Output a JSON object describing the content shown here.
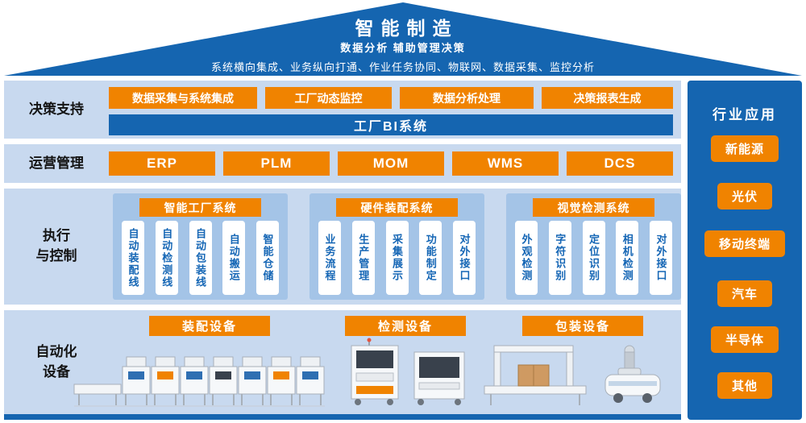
{
  "roof": {
    "title": "智能制造",
    "subtitle": "数据分析  辅助管理决策",
    "features": "系统横向集成、业务纵向打通、作业任务协同、物联网、数据采集、监控分析"
  },
  "decision": {
    "label": "决策支持",
    "boxes": [
      "数据采集与系统集成",
      "工厂动态监控",
      "数据分析处理",
      "决策报表生成"
    ],
    "bi_bar": "工厂BI系统"
  },
  "operation": {
    "label": "运营管理",
    "boxes": [
      "ERP",
      "PLM",
      "MOM",
      "WMS",
      "DCS"
    ]
  },
  "execution": {
    "label_line1": "执行",
    "label_line2": "与控制",
    "panels": [
      {
        "title": "智能工厂系统",
        "items": [
          "自动装配线",
          "自动检测线",
          "自动包装线",
          "自动搬运",
          "智能仓储"
        ]
      },
      {
        "title": "硬件装配系统",
        "items": [
          "业务流程",
          "生产管理",
          "采集展示",
          "功能制定",
          "对外接口"
        ]
      },
      {
        "title": "视觉检测系统",
        "items": [
          "外观检测",
          "字符识别",
          "定位识别",
          "相机检测",
          "对外接口"
        ]
      }
    ]
  },
  "automation": {
    "label_line1": "自动化",
    "label_line2": "设备",
    "sections": [
      "装配设备",
      "检测设备",
      "包装设备"
    ]
  },
  "sidebar": {
    "title": "行业应用",
    "items": [
      "新能源",
      "光伏",
      "移动终端",
      "汽车",
      "半导体",
      "其他"
    ]
  },
  "colors": {
    "roof_blue": "#1565b0",
    "orange": "#f08300",
    "row_bg": "#c8d9ef",
    "panel_bg": "#a4c4e7",
    "item_text_blue": "#1566b5"
  }
}
